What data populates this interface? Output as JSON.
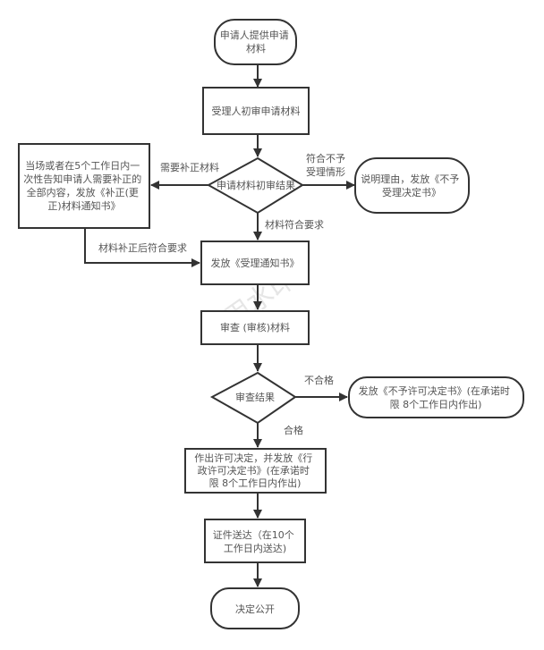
{
  "diagram": {
    "type": "flowchart",
    "watermark": "试用水印",
    "nodes": {
      "start": {
        "shape": "terminal",
        "lines": [
          "申请人提供申请",
          "材料"
        ]
      },
      "initial_review": {
        "shape": "process",
        "lines": [
          "受理人初审申请材料"
        ]
      },
      "initial_result": {
        "shape": "decision",
        "lines": [
          "申请材料初审结果"
        ]
      },
      "supplement": {
        "shape": "process",
        "lines": [
          "当场或者在5个工作日内一",
          "次性告知申请人需要补正的",
          "全部内容，发放《补正(更",
          "正)材料通知书》"
        ]
      },
      "reject_accept": {
        "shape": "terminal",
        "lines": [
          "说明理由，发放《不予",
          "受理决定书》"
        ]
      },
      "issue_accept": {
        "shape": "process",
        "lines": [
          "发放《受理通知书》"
        ]
      },
      "examine": {
        "shape": "process",
        "lines": [
          "审查 (审核)材料"
        ]
      },
      "examine_result": {
        "shape": "decision",
        "lines": [
          "审查结果"
        ]
      },
      "deny_permit": {
        "shape": "terminal",
        "lines": [
          "发放《不予许可决定书》(在承诺时",
          "限 8个工作日内作出)"
        ]
      },
      "grant_permit": {
        "shape": "process",
        "lines": [
          "作出许可决定，并发放《行",
          "政许可决定书》(在承诺时",
          "限 8个工作日内作出)"
        ]
      },
      "deliver": {
        "shape": "process",
        "lines": [
          "证件送达（在10个",
          "工作日内送达)"
        ]
      },
      "publish": {
        "shape": "terminal",
        "lines": [
          "决定公开"
        ]
      }
    },
    "edges": {
      "need_supplement": {
        "from": "initial_result",
        "to": "supplement",
        "label": [
          "需要补正材料"
        ]
      },
      "not_acceptable": {
        "from": "initial_result",
        "to": "reject_accept",
        "label": [
          "符合不予",
          "受理情形"
        ]
      },
      "meets_requirements": {
        "from": "initial_result",
        "to": "issue_accept",
        "label": [
          "材料符合要求"
        ]
      },
      "after_supplement": {
        "from": "supplement",
        "to": "issue_accept",
        "label": [
          "材料补正后符合要求"
        ]
      },
      "unqualified": {
        "from": "examine_result",
        "to": "deny_permit",
        "label": [
          "不合格"
        ]
      },
      "qualified": {
        "from": "examine_result",
        "to": "grant_permit",
        "label": [
          "合格"
        ]
      }
    }
  }
}
